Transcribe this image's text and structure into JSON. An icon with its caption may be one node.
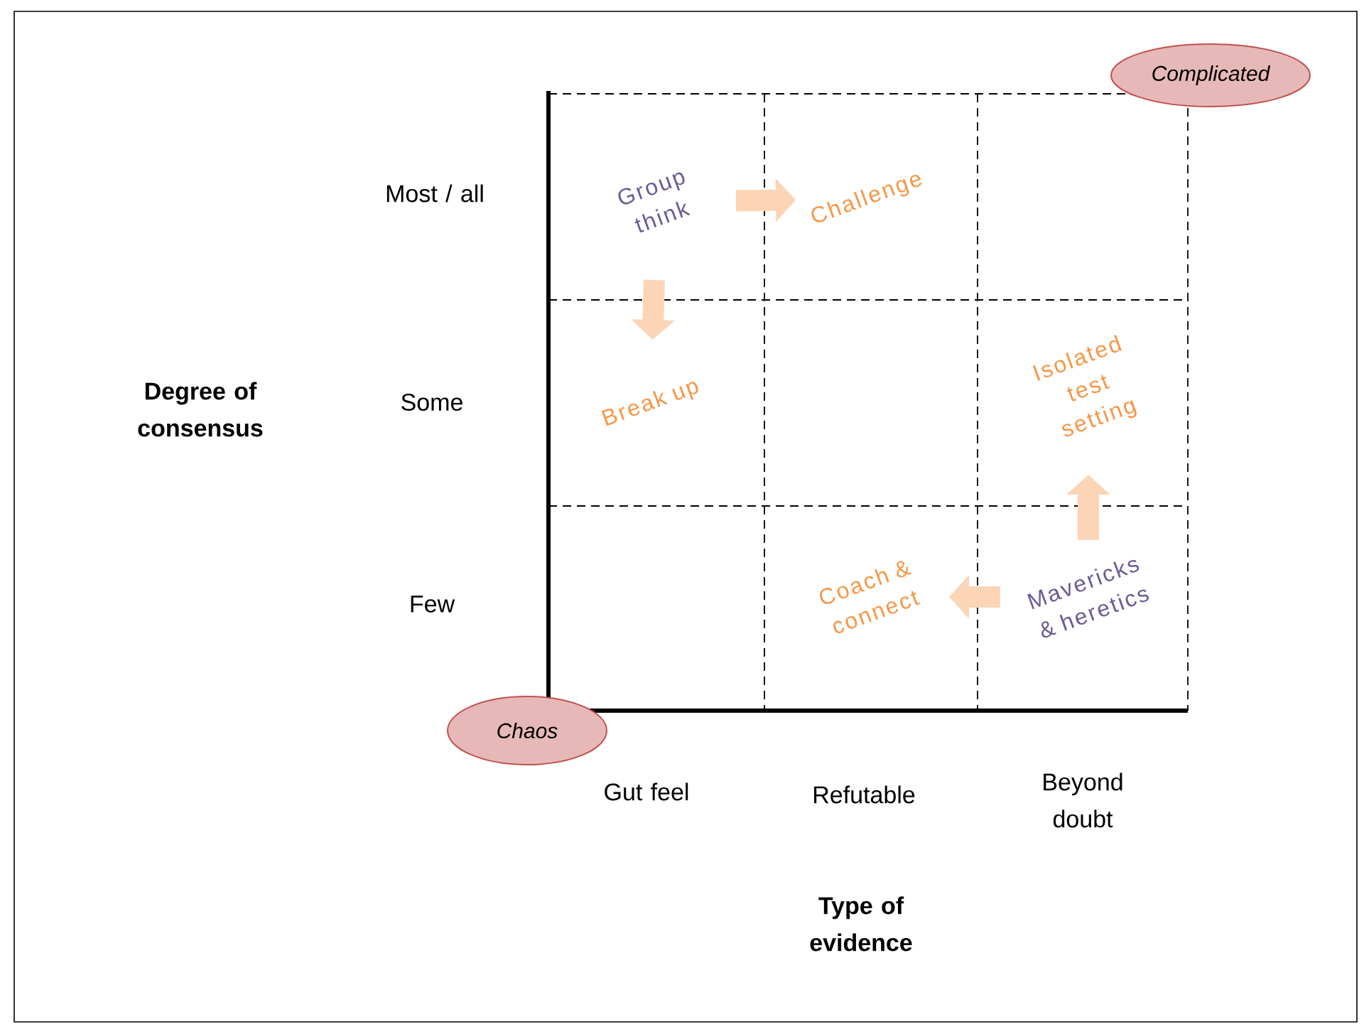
{
  "diagram": {
    "nodes": [
      {
        "text": [
          "Complicated"
        ]
      },
      {
        "text": [
          "Chaos"
        ]
      },
      {
        "text": [
          "Group think"
        ]
      },
      {
        "text": [
          "Challenge"
        ]
      },
      {
        "text": [
          "Break up"
        ]
      },
      {
        "text": [
          "Isolated test setting"
        ]
      },
      {
        "text": [
          "Coach & connect"
        ]
      },
      {
        "text": [
          "Mavericks & heretics"
        ]
      }
    ],
    "edges": [
      {
        "from": 2,
        "to": 3,
        "arrow": "to"
      },
      {
        "from": 2,
        "to": 4,
        "arrow": "to"
      },
      {
        "from": 7,
        "to": 6,
        "arrow": "to"
      },
      {
        "from": 7,
        "to": 5,
        "arrow": "to"
      }
    ],
    "labels": [
      "Most / all",
      "Some",
      "Few",
      "Degree of consensus",
      "Gut feel",
      "Refutable",
      "Beyond doubt",
      "Type of evidence"
    ]
  }
}
